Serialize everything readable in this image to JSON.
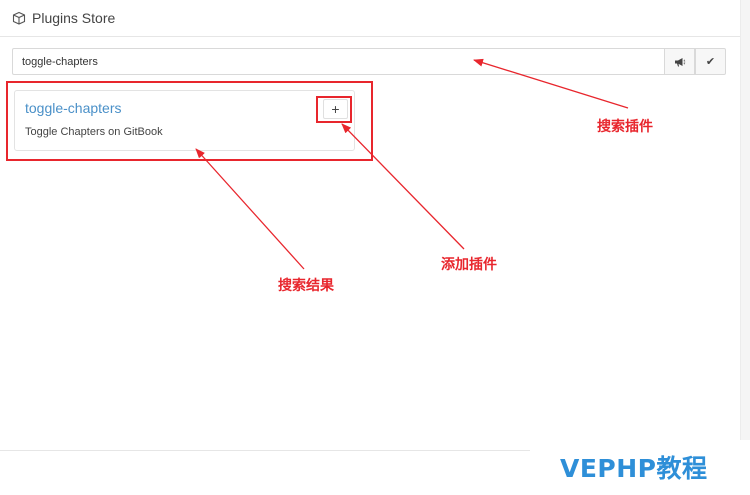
{
  "header": {
    "title": "Plugins Store",
    "icon": "box-icon"
  },
  "search": {
    "value": "toggle-chapters",
    "buttons": [
      {
        "icon": "bullhorn-icon"
      },
      {
        "icon": "check-icon",
        "glyph": "✔"
      }
    ]
  },
  "results": [
    {
      "name": "toggle-chapters",
      "description": "Toggle Chapters on GitBook",
      "add_label": "+"
    }
  ],
  "annotations": {
    "search_plugin": "搜索插件",
    "add_plugin": "添加插件",
    "search_results": "搜索结果"
  },
  "colors": {
    "annotation": "#e8262d",
    "plugin_name": "#4a90c8",
    "watermark": "#2e8fd8"
  },
  "watermark": "VEPHP教程"
}
